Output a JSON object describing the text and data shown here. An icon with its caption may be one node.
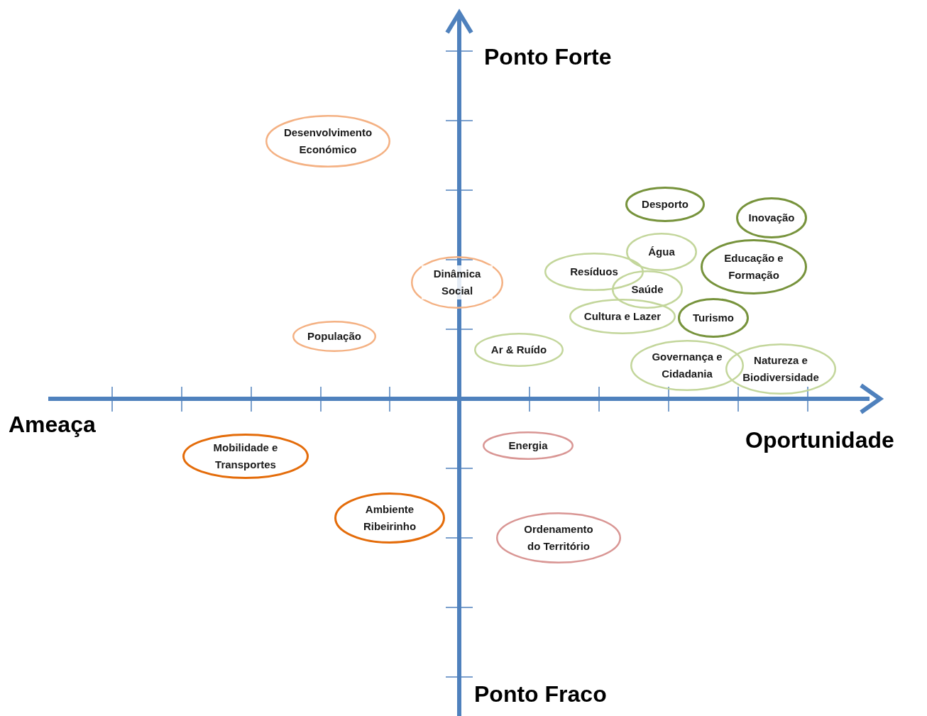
{
  "diagram": {
    "nodes": [
      {
        "text": [
          "Desenvolvimento Económico"
        ]
      },
      {
        "text": [
          "Desporto"
        ]
      },
      {
        "text": [
          "Inovação"
        ]
      },
      {
        "text": [
          "Água"
        ]
      },
      {
        "text": [
          "Educação e Formação"
        ]
      },
      {
        "text": [
          "Resíduos"
        ]
      },
      {
        "text": [
          "Dinâmica Social"
        ]
      },
      {
        "text": [
          "Saúde"
        ]
      },
      {
        "text": [
          "Cultura e Lazer"
        ]
      },
      {
        "text": [
          "Turismo"
        ]
      },
      {
        "text": [
          "População"
        ]
      },
      {
        "text": [
          "Ar & Ruído"
        ]
      },
      {
        "text": [
          "Governança e Cidadania"
        ]
      },
      {
        "text": [
          "Natureza e Biodiversidade"
        ]
      },
      {
        "text": [
          "Energia"
        ]
      },
      {
        "text": [
          "Mobilidade e Transportes"
        ]
      },
      {
        "text": [
          "Ambiente Ribeirinho"
        ]
      },
      {
        "text": [
          "Ordenamento do Território"
        ]
      }
    ],
    "labels": [
      "Ponto Forte",
      "Ameaça",
      "Oportunidade",
      "Ponto Fraco"
    ]
  }
}
